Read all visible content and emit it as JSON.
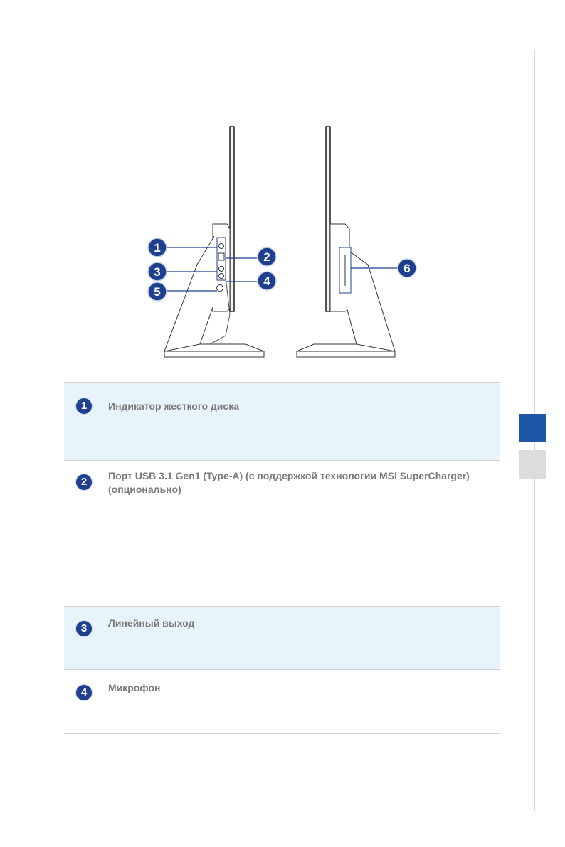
{
  "figure": {
    "callouts": [
      "1",
      "2",
      "3",
      "4",
      "5",
      "6"
    ]
  },
  "side_tabs": [
    {
      "name": "active",
      "color": "#1f57a6"
    },
    {
      "name": "inactive",
      "color": "#dcdcdc"
    }
  ],
  "items": [
    {
      "number": "1",
      "label": "Индикатор жесткого диска"
    },
    {
      "number": "2",
      "label": "Порт USB 3.1 Gen1 (Type-A) (с поддержкой технологии MSI SuperCharger) (опционально)"
    },
    {
      "number": "3",
      "label": "Линейный выход"
    },
    {
      "number": "4",
      "label": "Микрофон"
    }
  ],
  "colors": {
    "callout_fill": "#1f3f8f",
    "row_highlight": "#e8f4fc",
    "text": "#7b7b7b"
  }
}
